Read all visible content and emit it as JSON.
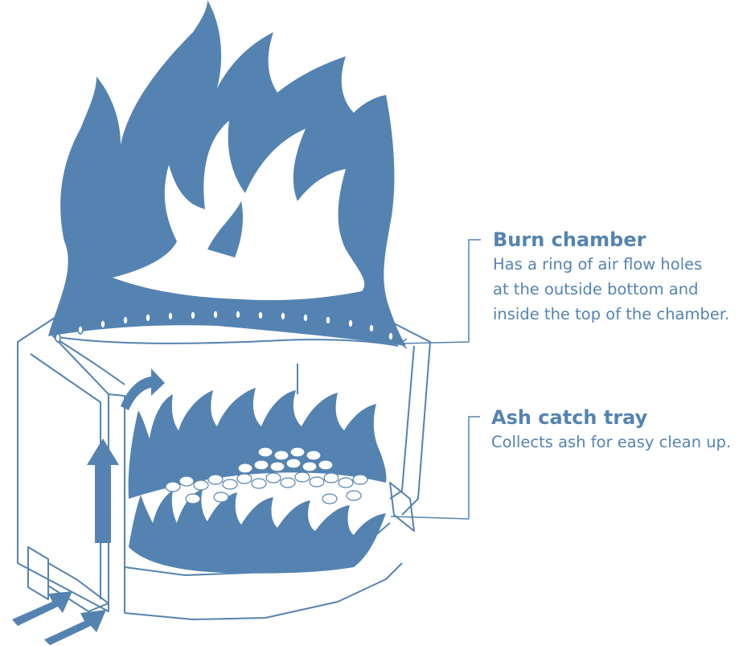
{
  "colors": {
    "flame": "#5583b1",
    "outline": "#5583b1",
    "background": "#ffffff",
    "text": "#5583b1"
  },
  "callouts": {
    "burn_chamber": {
      "title": "Burn chamber",
      "lines": [
        "Has a ring of air flow holes",
        "at the outside bottom and",
        "inside the top of the chamber."
      ]
    },
    "ash_catch_tray": {
      "title": "Ash catch tray",
      "lines": [
        "Collects ash for easy clean up."
      ]
    }
  }
}
